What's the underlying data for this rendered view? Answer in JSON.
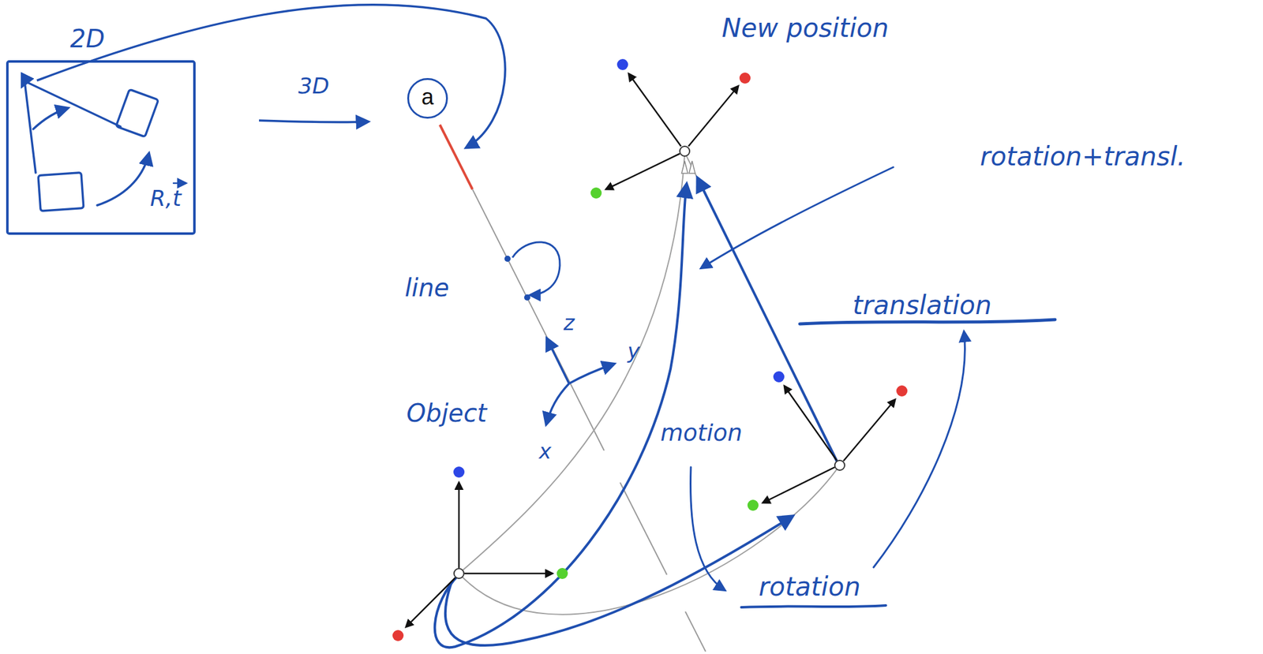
{
  "diagram": {
    "nodes": [
      {
        "text": [
          "2D",
          "R,t"
        ]
      },
      {
        "text": [
          "a"
        ]
      }
    ],
    "labels": [
      "3D",
      "New position",
      "rotation+transl.",
      "line",
      "z",
      "y",
      "x",
      "Object",
      "motion",
      "rotation",
      "translation"
    ]
  }
}
